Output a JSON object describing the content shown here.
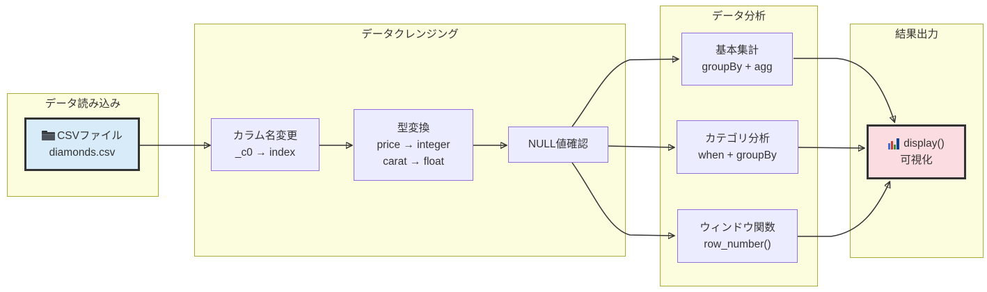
{
  "clusters": [
    {
      "id": "load",
      "title": "データ読み込み"
    },
    {
      "id": "cleansing",
      "title": "データクレンジング"
    },
    {
      "id": "analysis",
      "title": "データ分析"
    },
    {
      "id": "output",
      "title": "結果出力"
    }
  ],
  "nodes": {
    "csv": {
      "line1": "CSVファイル",
      "line2": "diamonds.csv",
      "icon": "folder-icon"
    },
    "rename": {
      "line1": "カラム名変更",
      "line2": "_c0 → index"
    },
    "cast": {
      "line1": "型変換",
      "line2": "price → integer",
      "line3": "carat → float"
    },
    "nullcheck": {
      "line1": "NULL値確認"
    },
    "agg": {
      "line1": "基本集計",
      "line2": "groupBy + agg"
    },
    "category": {
      "line1": "カテゴリ分析",
      "line2": "when + groupBy"
    },
    "window": {
      "line1": "ウィンドウ関数",
      "line2": "row_number()"
    },
    "display": {
      "line1": "display()",
      "line2": "可視化",
      "icon": "bar-chart-icon"
    }
  },
  "edges": [
    {
      "from": "csv",
      "to": "rename"
    },
    {
      "from": "rename",
      "to": "cast"
    },
    {
      "from": "cast",
      "to": "nullcheck"
    },
    {
      "from": "nullcheck",
      "to": "agg"
    },
    {
      "from": "nullcheck",
      "to": "category"
    },
    {
      "from": "nullcheck",
      "to": "window"
    },
    {
      "from": "agg",
      "to": "display"
    },
    {
      "from": "category",
      "to": "display"
    },
    {
      "from": "window",
      "to": "display"
    }
  ],
  "colors": {
    "cluster_fill": "#fcfcde",
    "cluster_border": "#abab3a",
    "node_fill": "#ececff",
    "node_border": "#9370db",
    "csv_node_fill": "#d7ebf8",
    "display_node_fill": "#fbdce0",
    "strong_border": "#333333",
    "edge": "#333333",
    "text": "#333333"
  }
}
